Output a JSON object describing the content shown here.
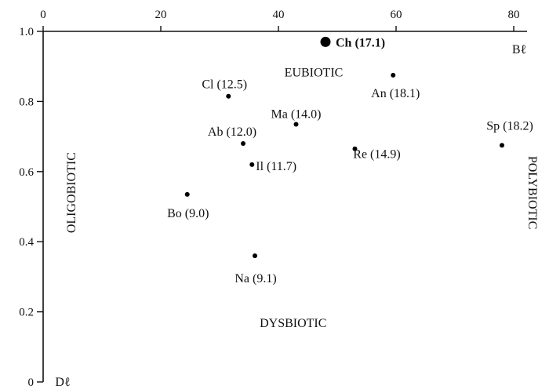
{
  "chart_data": {
    "type": "scatter",
    "title": "",
    "x_axis": {
      "label": "Bℓ",
      "range": [
        0,
        85
      ],
      "ticks": [
        0,
        20,
        40,
        60,
        80
      ],
      "position": "top"
    },
    "y_axis": {
      "label": "Dℓ",
      "range": [
        0,
        1.0
      ],
      "ticks": [
        0,
        0.2,
        0.4,
        0.6,
        0.8,
        1.0
      ],
      "tick_labels": [
        "0",
        "0.2",
        "0.4",
        "0.6",
        "0.8",
        "1.0"
      ]
    },
    "grid": false,
    "legend": "none",
    "points": [
      {
        "label": "Ch (17.1)",
        "x": 48,
        "y": 0.97,
        "highlight": true
      },
      {
        "label": "An (18.1)",
        "x": 59.5,
        "y": 0.875,
        "highlight": false
      },
      {
        "label": "Cl (12.5)",
        "x": 31.5,
        "y": 0.815,
        "highlight": false
      },
      {
        "label": "Ma (14.0)",
        "x": 43,
        "y": 0.735,
        "highlight": false
      },
      {
        "label": "Ab (12.0)",
        "x": 34,
        "y": 0.68,
        "highlight": false
      },
      {
        "label": "Sp (18.2)",
        "x": 78,
        "y": 0.675,
        "highlight": false
      },
      {
        "label": "Re (14.9)",
        "x": 53,
        "y": 0.665,
        "highlight": false
      },
      {
        "label": "Il (11.7)",
        "x": 35.5,
        "y": 0.62,
        "highlight": false
      },
      {
        "label": "Bo (9.0)",
        "x": 24.5,
        "y": 0.535,
        "highlight": false
      },
      {
        "label": "Na (9.1)",
        "x": 36,
        "y": 0.36,
        "highlight": false
      }
    ],
    "regions": [
      {
        "label": "EUBIOTIC",
        "x": 46,
        "y": 0.88,
        "orientation": "horizontal"
      },
      {
        "label": "DYSBIOTIC",
        "x": 42.5,
        "y": 0.165,
        "orientation": "horizontal"
      },
      {
        "label": "OLIGOBIOTIC",
        "x": 5,
        "y": 0.54,
        "orientation": "vertical-up"
      },
      {
        "label": "POLYBIOTIC",
        "x": 83,
        "y": 0.54,
        "orientation": "vertical-down"
      }
    ]
  }
}
